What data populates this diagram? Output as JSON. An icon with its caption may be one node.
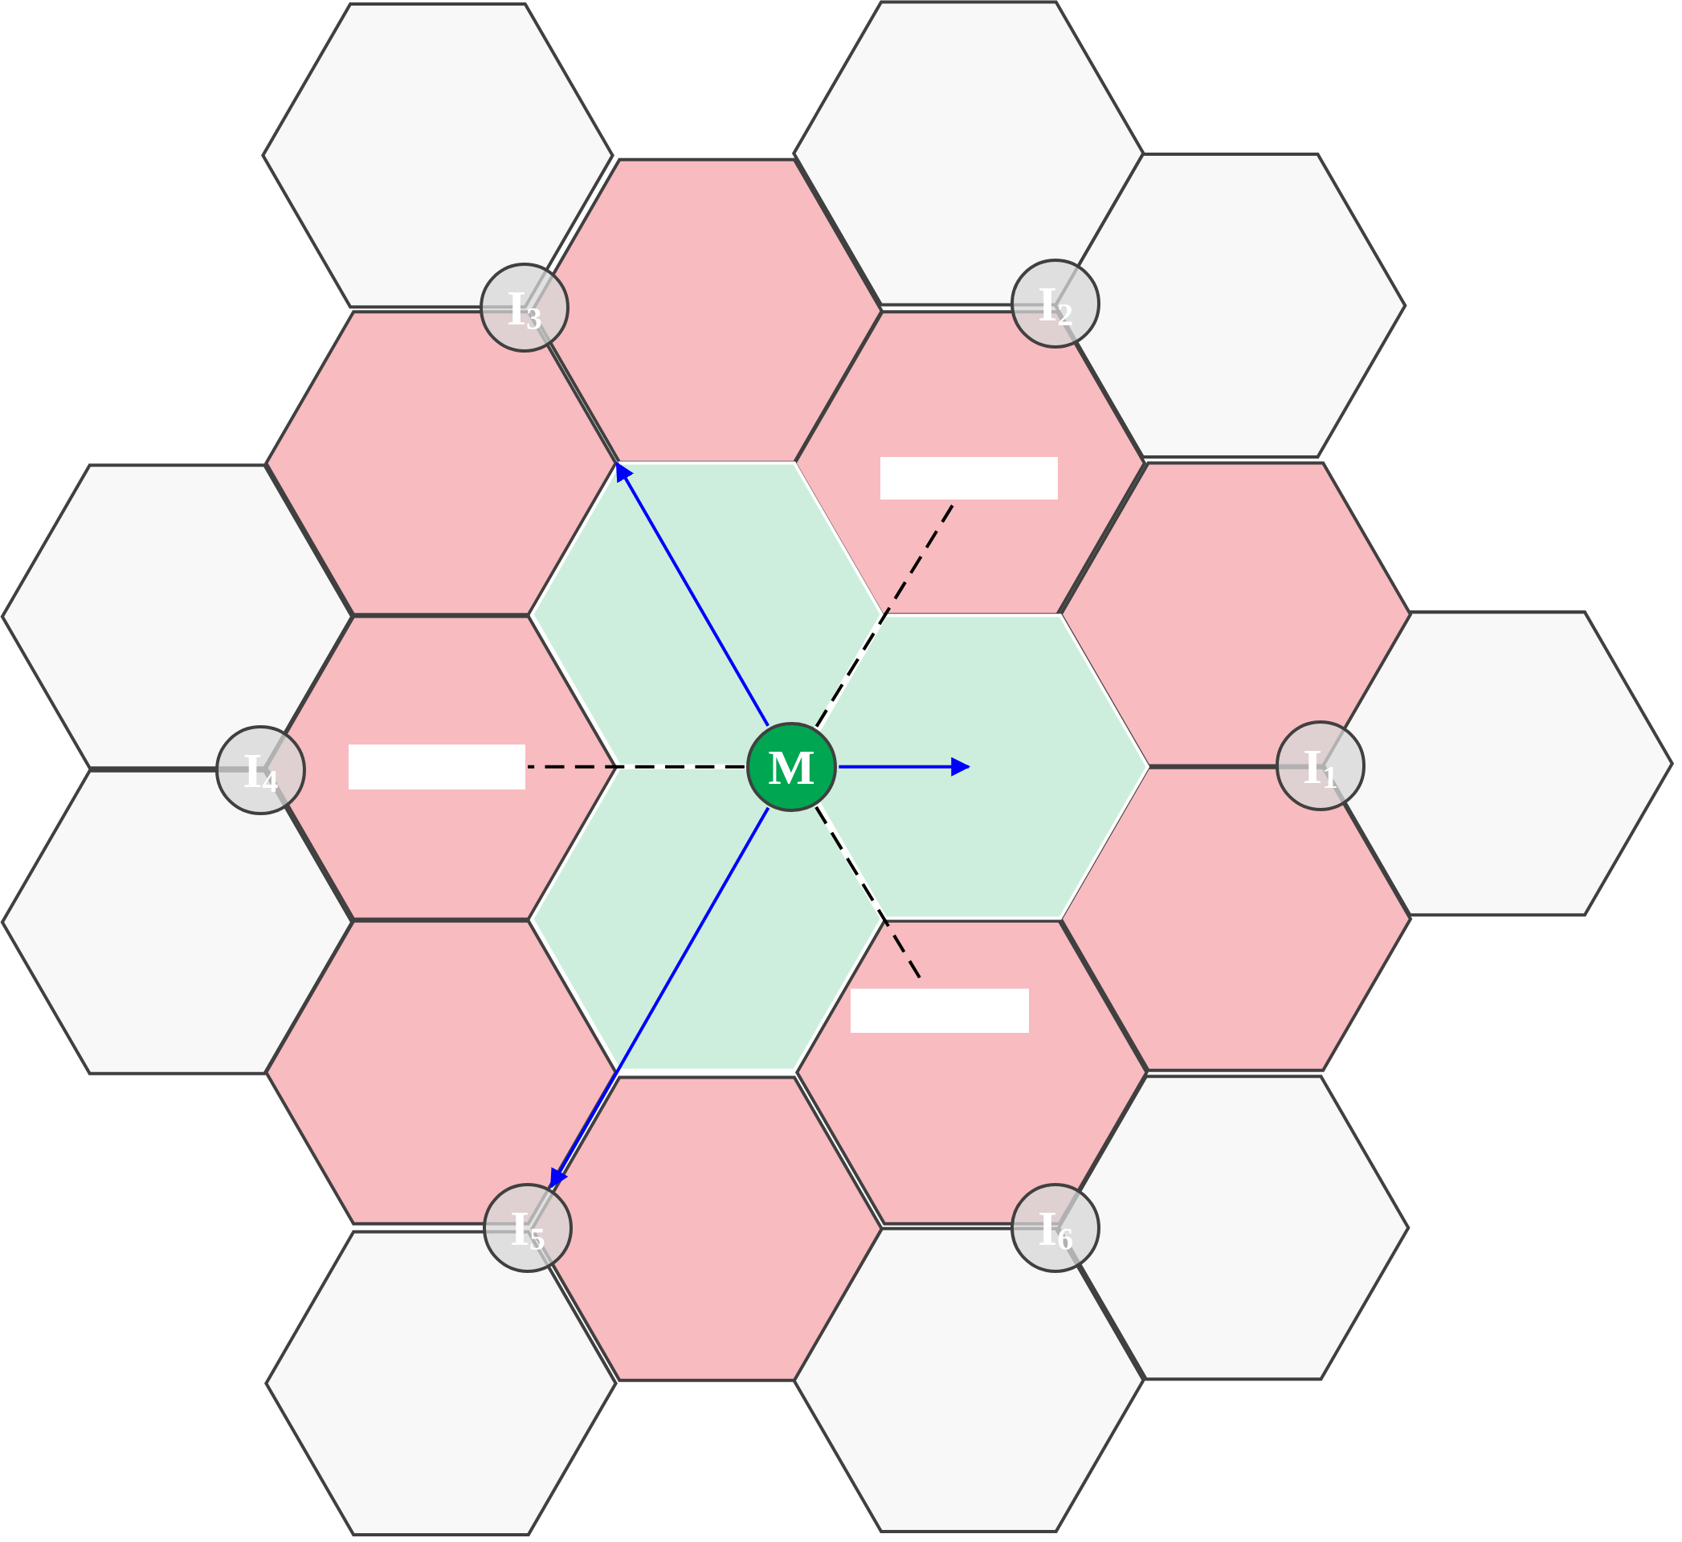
{
  "diagram": {
    "nodes": [
      {
        "text": [
          "I$_{3}$"
        ]
      },
      {
        "text": [
          "I$_{2}$"
        ]
      },
      {
        "text": [],
        "shape": "box"
      },
      {
        "text": [
          "I$_{4}$"
        ]
      },
      {
        "text": [],
        "shape": "box"
      },
      {
        "text": [
          "M"
        ]
      },
      {
        "text": [
          "I$_{1}$"
        ]
      },
      {
        "text": [],
        "shape": "box"
      },
      {
        "text": [
          "I$_{5}$"
        ]
      },
      {
        "text": [
          "I$_{6}$"
        ]
      }
    ],
    "edges": [
      {
        "from": 5,
        "to": 2,
        "arrow": "none",
        "style": "dashed",
        "color": "#000000"
      },
      {
        "from": 5,
        "to": 4,
        "arrow": "none",
        "style": "dashed",
        "color": "#000000"
      },
      {
        "from": 5,
        "to": 7,
        "arrow": "none",
        "style": "dashed",
        "color": "#000000"
      },
      {
        "from": 5,
        "to": null,
        "arrow": "to",
        "color": "#0000ff"
      },
      {
        "from": 5,
        "to": null,
        "arrow": "to",
        "color": "#0000ff"
      },
      {
        "from": 5,
        "to": 8,
        "arrow": "to",
        "color": "#0000ff"
      }
    ]
  }
}
